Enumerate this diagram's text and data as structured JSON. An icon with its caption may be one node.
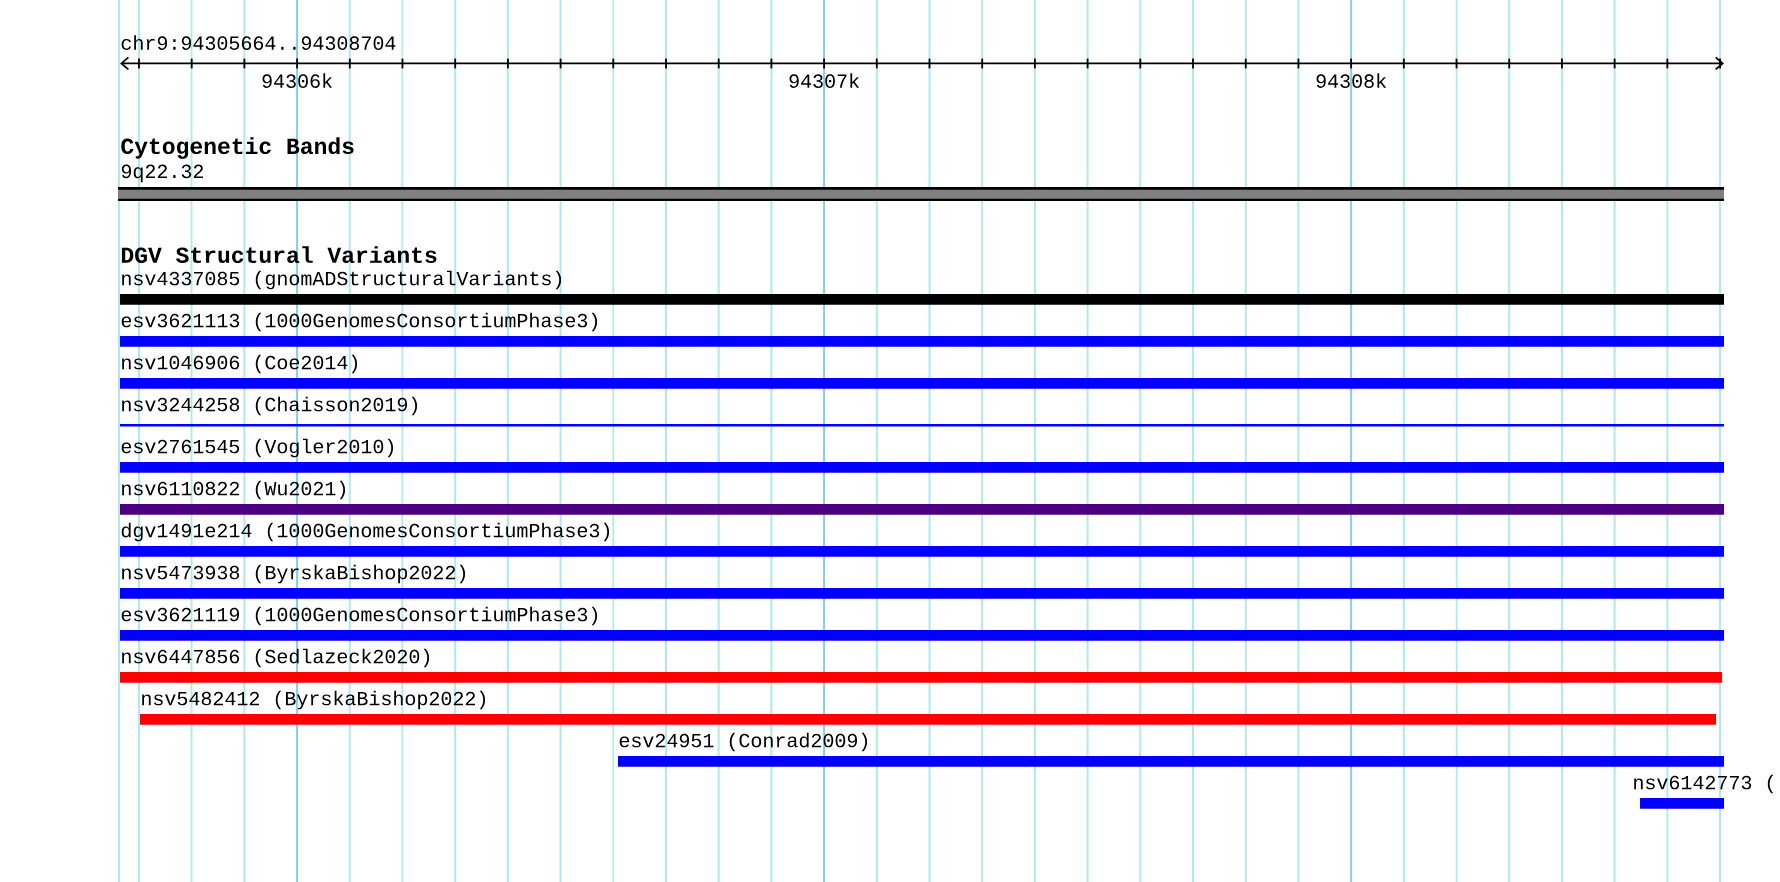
{
  "diagram": {
    "nodes": [
      {
        "text": [
          "9q22.32"
        ]
      },
      {
        "text": [
          "nsv4337085 (gnomADStructuralVariants)"
        ]
      },
      {
        "text": [
          "esv3621113 (1000GenomesConsortiumPhase3)"
        ]
      },
      {
        "text": [
          "nsv1046906 (Coe2014)"
        ]
      },
      {
        "text": [
          "nsv3244258 (Chaisson2019)"
        ]
      },
      {
        "text": [
          "esv2761545 (Vogler2010)"
        ]
      },
      {
        "text": [
          "nsv6110822 (Wu2021)"
        ]
      },
      {
        "text": [
          "dgv1491e214 (1000GenomesConsortiumPhase3)"
        ]
      },
      {
        "text": [
          "nsv5473938 (ByrskaBishop2022)"
        ]
      },
      {
        "text": [
          "esv3621119 (1000GenomesConsortiumPhase3)"
        ]
      },
      {
        "text": [
          "nsv6447856 (Sedlazeck2020)"
        ]
      },
      {
        "text": [
          "nsv5482412 (ByrskaBishop2022)"
        ]
      },
      {
        "text": [
          "esv24951 (Conrad2009)"
        ]
      },
      {
        "text": [
          "nsv6142773 ("
        ]
      }
    ],
    "labels": [
      "chr9:94305664..94308704",
      "94306k",
      "94307k",
      "94308k",
      "Cytogenetic Bands",
      "DGV Structural Variants"
    ]
  }
}
